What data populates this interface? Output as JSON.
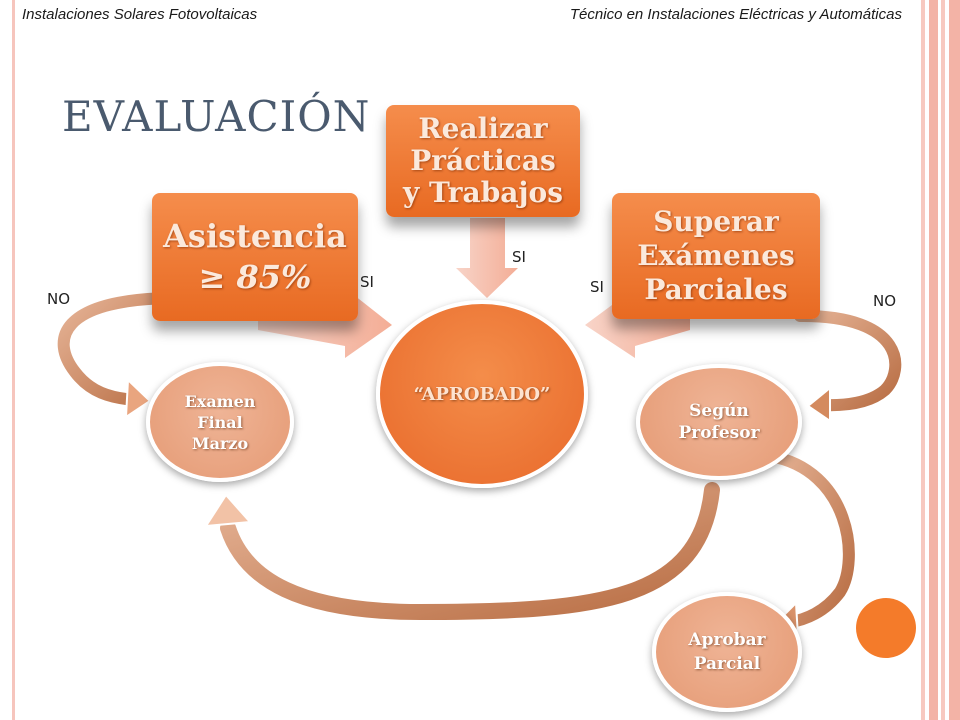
{
  "header": {
    "left": "Instalaciones Solares Fotovoltaicas",
    "right": "Técnico en Instalaciones Eléctricas y Automáticas"
  },
  "title": "EVALUACIÓN",
  "boxes": {
    "asistencia": {
      "line1": "Asistencia",
      "line2": "≥ 85%"
    },
    "practicas": {
      "line1": "Realizar",
      "line2": "Prácticas",
      "line3": "y Trabajos"
    },
    "examenes": {
      "line1": "Superar",
      "line2": "Exámenes",
      "line3": "Parciales"
    }
  },
  "circles": {
    "aprobado": "“APROBADO”",
    "examen_final": "Examen\nFinal\nMarzo",
    "segun_profesor": "Según\nProfesor",
    "aprobar_parcial": "Aprobar\nParcial"
  },
  "labels": {
    "si_asistencia": "SI",
    "si_practicas": "SI",
    "si_examenes": "SI",
    "no_left": "NO",
    "no_right": "NO"
  },
  "colors": {
    "accent_orange": "#ee7a33",
    "light_orange": "#e9a57f",
    "title_blue_gray": "#4a5a6e",
    "decor_orange": "#f47b2a"
  }
}
